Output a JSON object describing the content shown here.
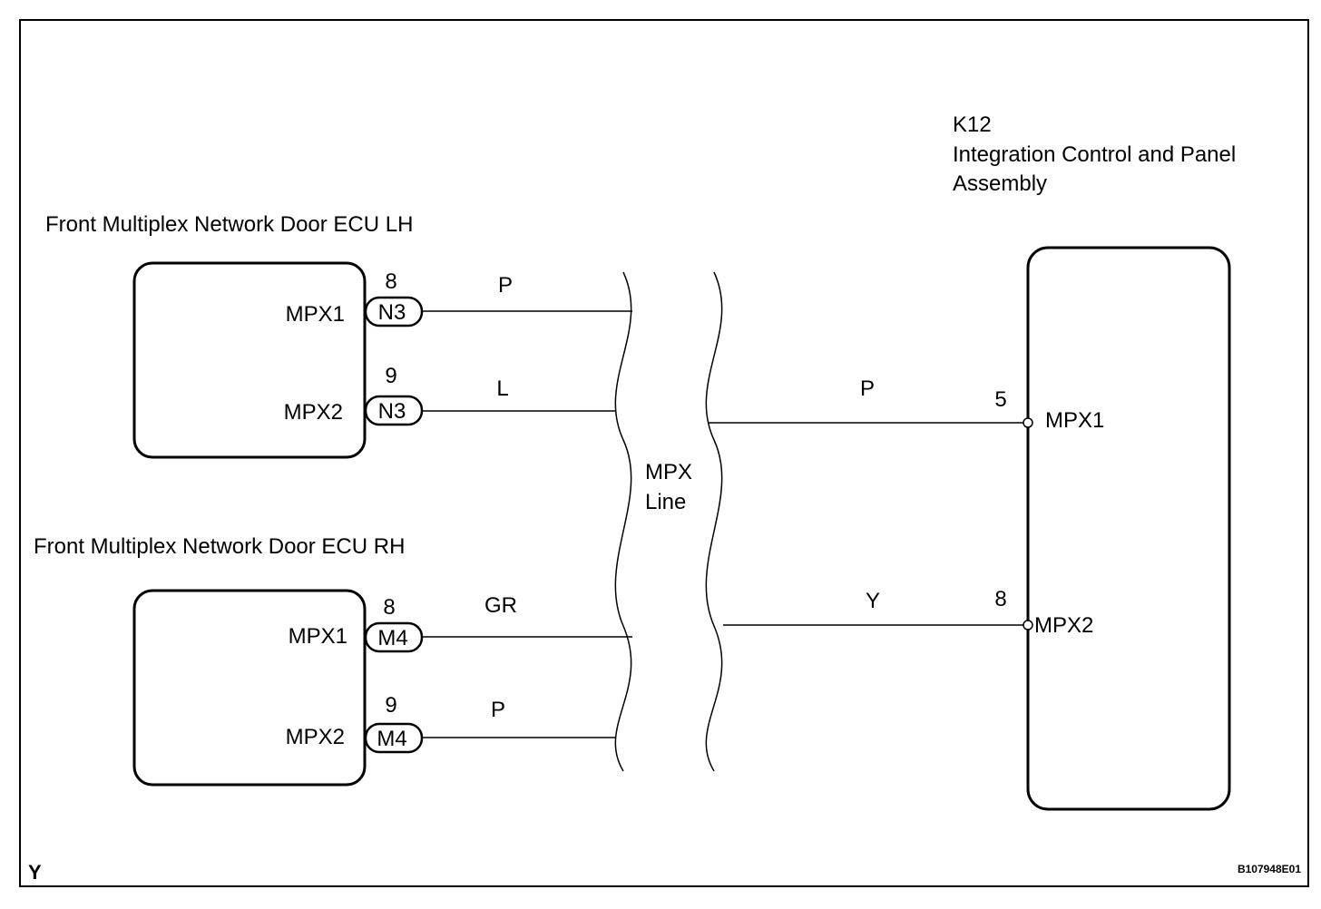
{
  "corner_letter": "Y",
  "figure_code": "B107948E01",
  "ecu_lh": {
    "title": "Front Multiplex Network Door ECU LH",
    "terminals": [
      {
        "name": "MPX1",
        "pin": "8",
        "connector": "N3",
        "wire_color": "P"
      },
      {
        "name": "MPX2",
        "pin": "9",
        "connector": "N3",
        "wire_color": "L"
      }
    ]
  },
  "ecu_rh": {
    "title": "Front Multiplex Network Door ECU RH",
    "terminals": [
      {
        "name": "MPX1",
        "pin": "8",
        "connector": "M4",
        "wire_color": "GR"
      },
      {
        "name": "MPX2",
        "pin": "9",
        "connector": "M4",
        "wire_color": "P"
      }
    ]
  },
  "mpx_line": {
    "line1": "MPX",
    "line2": "Line"
  },
  "k12": {
    "code": "K12",
    "name_line1": "Integration Control and Panel",
    "name_line2": "Assembly",
    "terminals": [
      {
        "name": "MPX1",
        "pin": "5",
        "wire_color": "P"
      },
      {
        "name": "MPX2",
        "pin": "8",
        "wire_color": "Y"
      }
    ]
  }
}
